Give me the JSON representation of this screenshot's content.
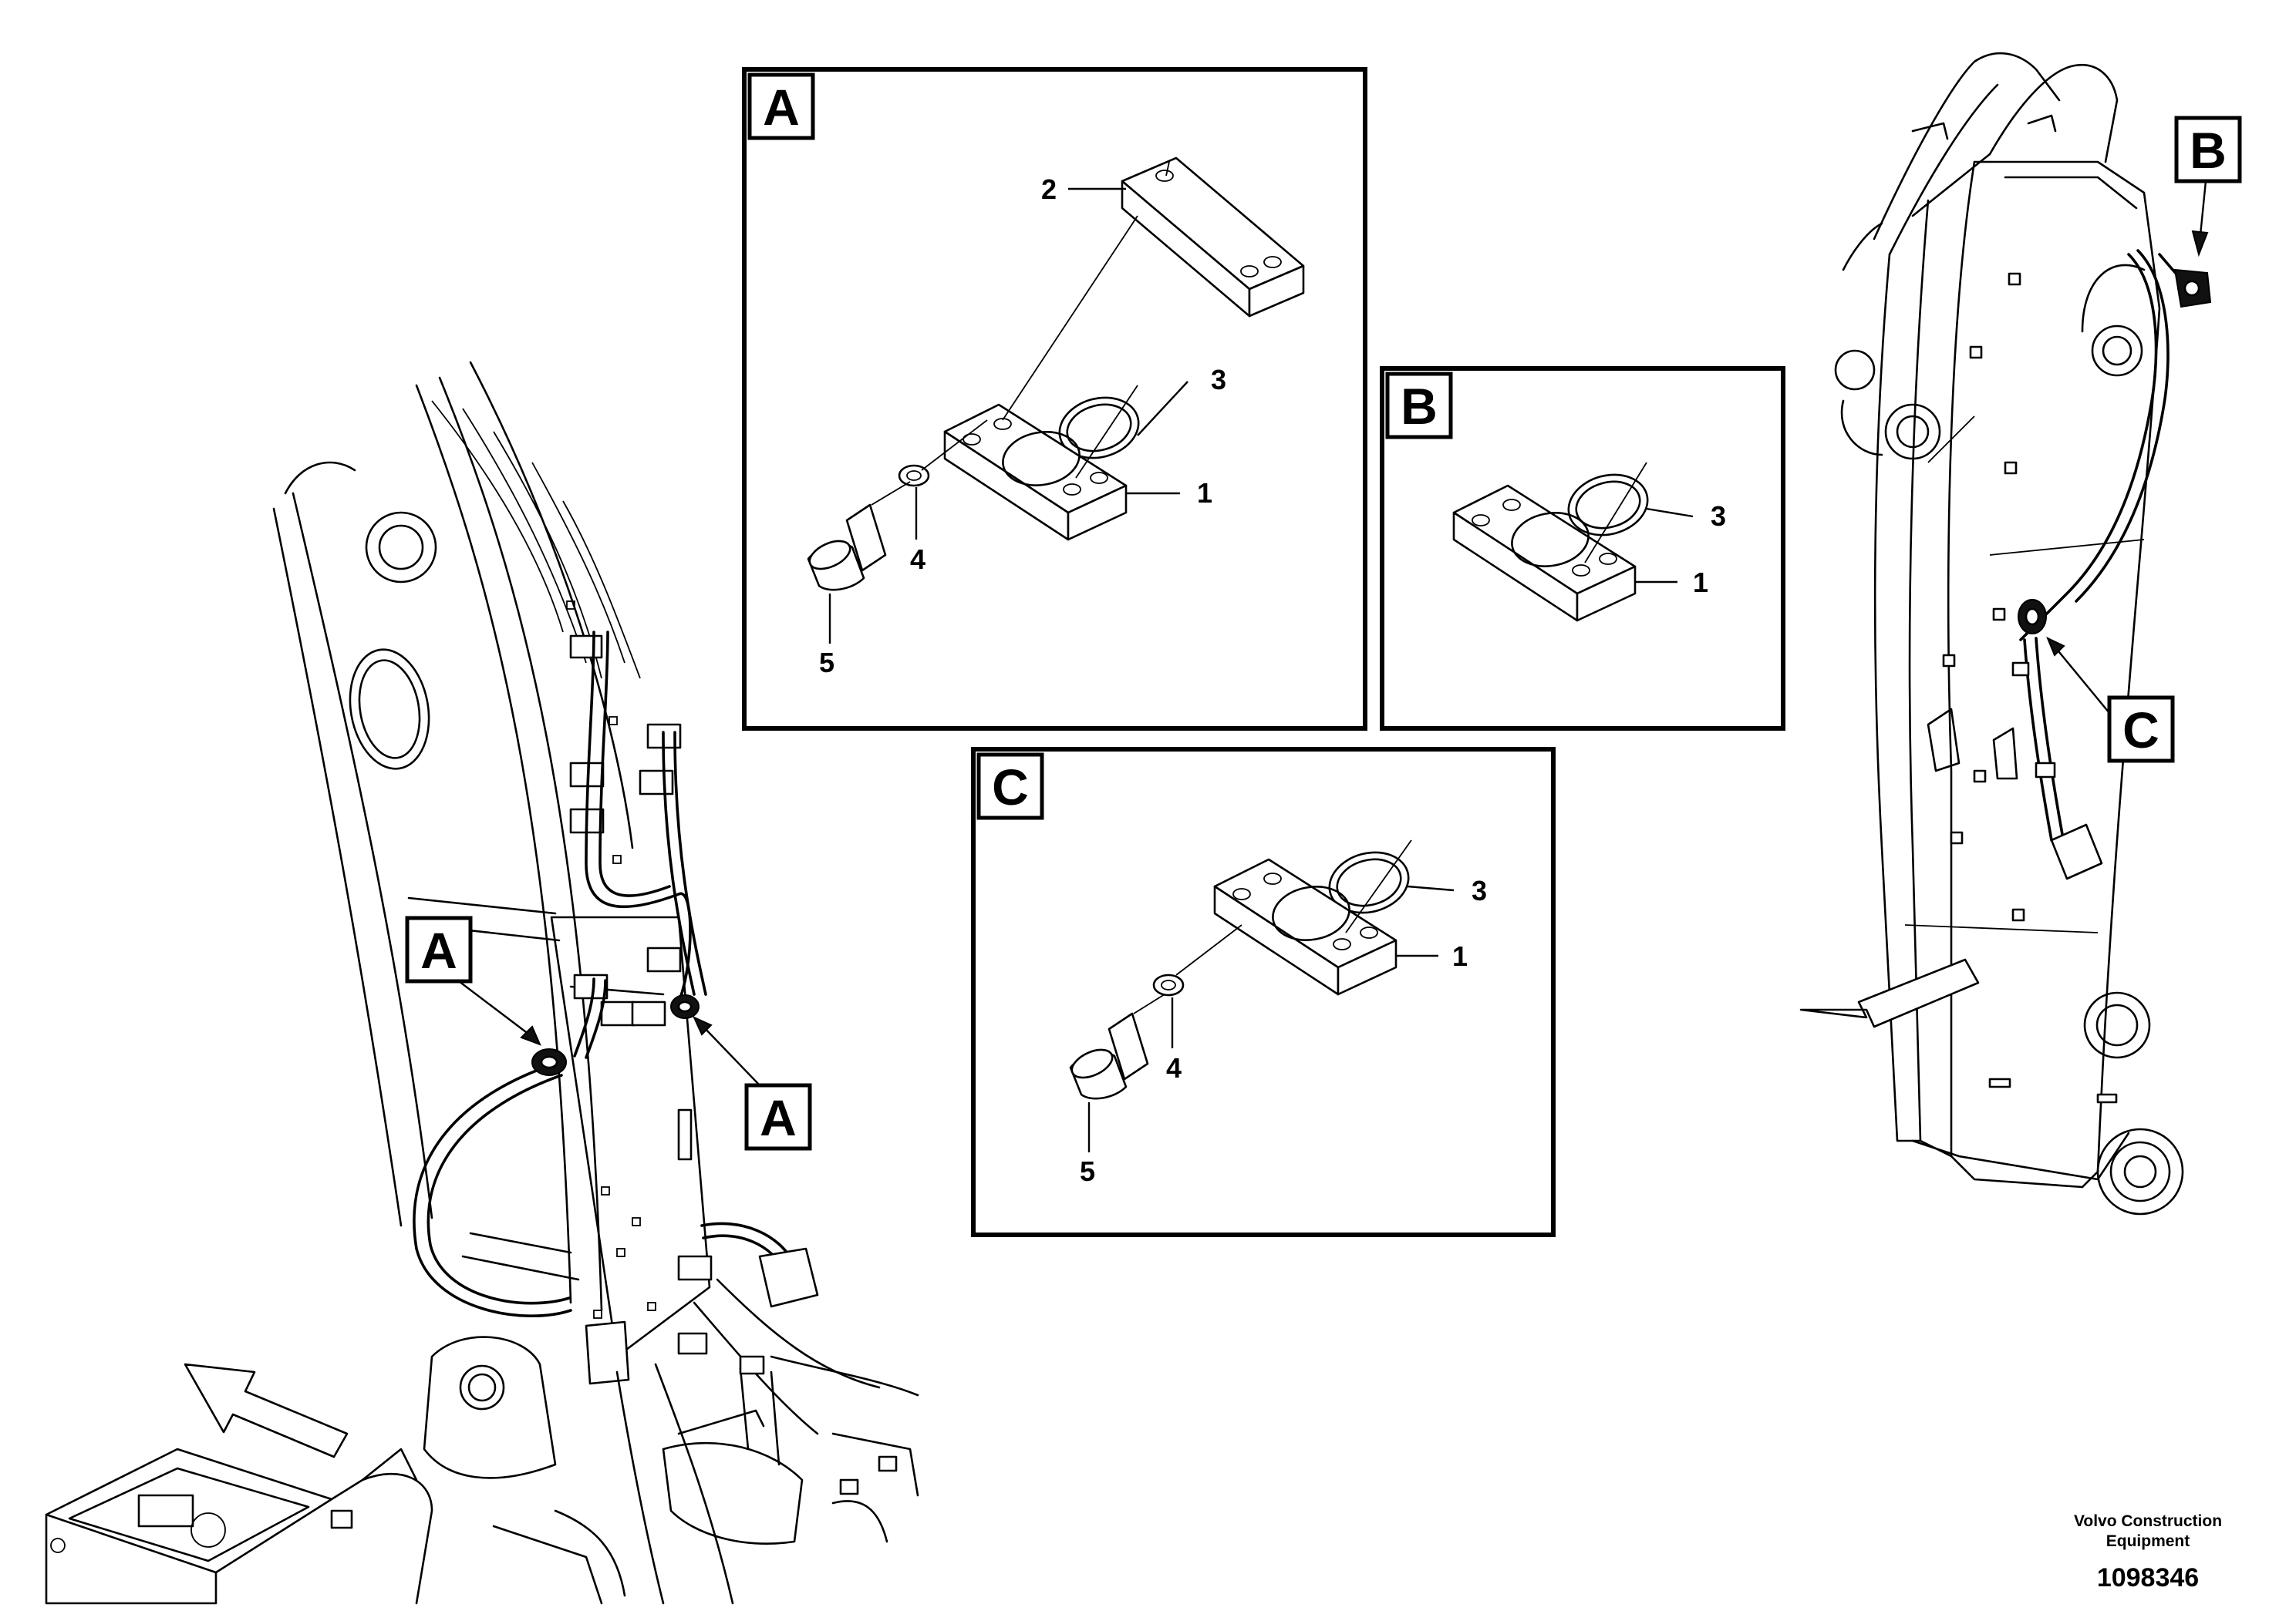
{
  "detail_views": [
    {
      "id": "A",
      "label": "A",
      "callouts": [
        "2",
        "3",
        "1",
        "4",
        "5"
      ]
    },
    {
      "id": "B",
      "label": "B",
      "callouts": [
        "3",
        "1"
      ]
    },
    {
      "id": "C",
      "label": "C",
      "callouts": [
        "3",
        "1",
        "4",
        "5"
      ]
    }
  ],
  "location_tags": {
    "left_upper": "A",
    "left_lower": "A",
    "right_top": "B",
    "right_middle": "C"
  },
  "footer": {
    "brand_line1": "Volvo Construction",
    "brand_line2": "Equipment",
    "drawing_number": "1098346"
  }
}
